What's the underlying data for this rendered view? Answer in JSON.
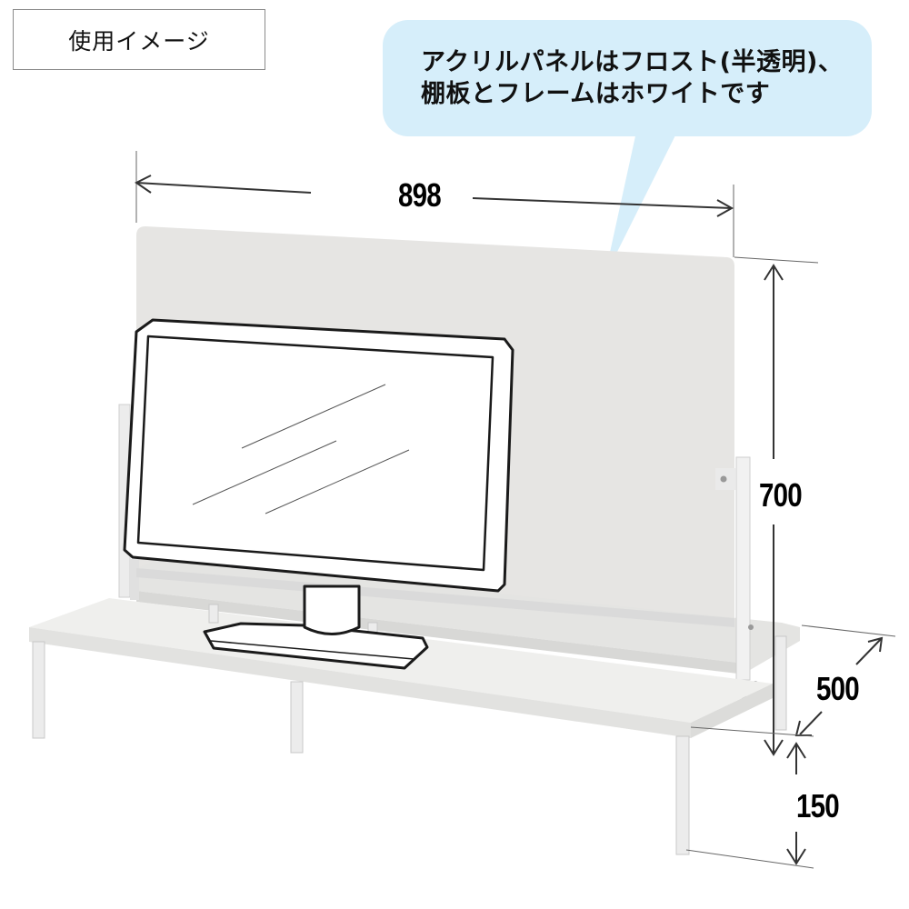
{
  "label": {
    "text": "使用イメージ"
  },
  "callout": {
    "line1": "アクリルパネルはフロスト(半透明)、",
    "line2": "棚板とフレームはホワイトです",
    "bg_color": "#d6eefa"
  },
  "dimensions": {
    "width": "898",
    "height": "700",
    "depth": "500",
    "shelf_height": "150"
  },
  "illustration": {
    "subject": "desk monitor shelf with frosted acrylic partition panel",
    "panel_color": "#e6e5e3",
    "shelf_color": "#eeeeec",
    "frame_color": "#f2f2f2"
  }
}
